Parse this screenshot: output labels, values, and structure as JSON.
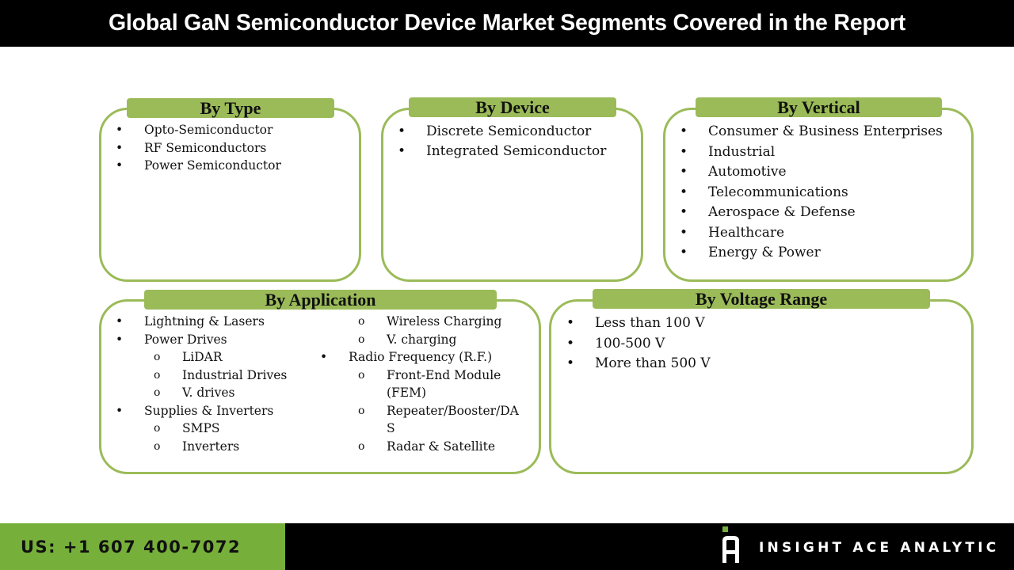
{
  "header": {
    "title": "Global GaN Semiconductor Device Market Segments Covered in the Report"
  },
  "colors": {
    "accent_green": "#9bbb59",
    "footer_green": "#76b03a",
    "title_bg": "#000000"
  },
  "panels": {
    "type": {
      "title": "By Type",
      "items": [
        "Opto-Semiconductor",
        "RF Semiconductors",
        "Power Semiconductor"
      ]
    },
    "device": {
      "title": "By Device",
      "items": [
        "Discrete Semiconductor",
        "Integrated Semiconductor"
      ]
    },
    "vertical": {
      "title": "By Vertical",
      "items": [
        "Consumer & Business Enterprises",
        "Industrial",
        "Automotive",
        "Telecommunications",
        "Aerospace & Defense",
        "Healthcare",
        "Energy & Power"
      ]
    },
    "application": {
      "title": "By Application",
      "left_column": [
        {
          "level": 1,
          "bullet": "•",
          "label": "Lightning & Lasers"
        },
        {
          "level": 1,
          "bullet": "•",
          "label": "Power Drives"
        },
        {
          "level": 2,
          "bullet": "o",
          "label": "LiDAR"
        },
        {
          "level": 2,
          "bullet": "o",
          "label": "Industrial Drives"
        },
        {
          "level": 2,
          "bullet": "o",
          "label": "V. drives"
        },
        {
          "level": 1,
          "bullet": "•",
          "label": "Supplies & Inverters"
        },
        {
          "level": 2,
          "bullet": "o",
          "label": "SMPS"
        },
        {
          "level": 2,
          "bullet": "o",
          "label": "Inverters"
        }
      ],
      "right_column": [
        {
          "level": 2,
          "bullet": "o",
          "label": "Wireless Charging"
        },
        {
          "level": 2,
          "bullet": "o",
          "label": "V. charging"
        },
        {
          "level": 1,
          "bullet": "•",
          "label": "Radio Frequency (R.F.)"
        },
        {
          "level": 2,
          "bullet": "o",
          "label": "Front-End Module (FEM)"
        },
        {
          "level": 2,
          "bullet": "o",
          "label": "Repeater/Booster/DAS"
        },
        {
          "level": 2,
          "bullet": "o",
          "label": "Radar & Satellite"
        }
      ]
    },
    "voltage": {
      "title": "By Voltage Range",
      "items": [
        "Less than 100 V",
        "100-500 V",
        "More than 500 V"
      ]
    }
  },
  "bullets": {
    "primary": "•",
    "secondary": "o"
  },
  "footer": {
    "phone": "US: +1 607 400-7072",
    "brand": "INSIGHT ACE ANALYTIC",
    "logo_icon": "insight-ace-logo-icon"
  }
}
